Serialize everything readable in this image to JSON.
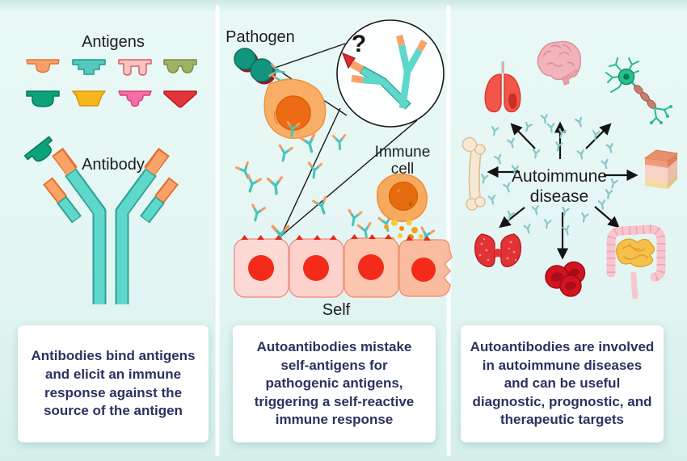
{
  "left_panel": {
    "antigens_title": "Antigens",
    "antibody_label": "Antibody",
    "antigens": [
      {
        "name": "antigen-orange",
        "color": "#f9a06a"
      },
      {
        "name": "antigen-teal",
        "color": "#54c9bd"
      },
      {
        "name": "antigen-light-pink",
        "color": "#f6c5be"
      },
      {
        "name": "antigen-olive",
        "color": "#9db264"
      },
      {
        "name": "antigen-green",
        "color": "#0ba377"
      },
      {
        "name": "antigen-amber",
        "color": "#f6b71f"
      },
      {
        "name": "antigen-pink",
        "color": "#f56ea5"
      },
      {
        "name": "antigen-red",
        "color": "#e4333a"
      }
    ],
    "caption": "Antibodies bind antigens and elicit an immune response against the source of the antigen"
  },
  "middle_panel": {
    "pathogen_label": "Pathogen",
    "immune_cell_label_line1": "Immune",
    "immune_cell_label_line2": "cell",
    "self_label": "Self",
    "magnifier_symbol": "?",
    "caption": "Autoantibodies mistake self-antigens for pathogenic antigens, triggering a self-reactive immune response"
  },
  "right_panel": {
    "center_label_line1": "Autoimmune",
    "center_label_line2": "disease",
    "organs": [
      "lungs",
      "brain",
      "neuron",
      "bone",
      "skin",
      "thyroid",
      "blood cells",
      "intestine"
    ],
    "caption": "Autoantibodies are involved in autoimmune diseases and can be useful diagnostic, prognostic, and therapeutic targets"
  },
  "colors": {
    "background": "#e2f5f2",
    "antibody_teal": "#5ed8ca",
    "antibody_tip_orange": "#f9a369",
    "caption_text": "#2b3160",
    "caption_bg": "#ffffff"
  }
}
